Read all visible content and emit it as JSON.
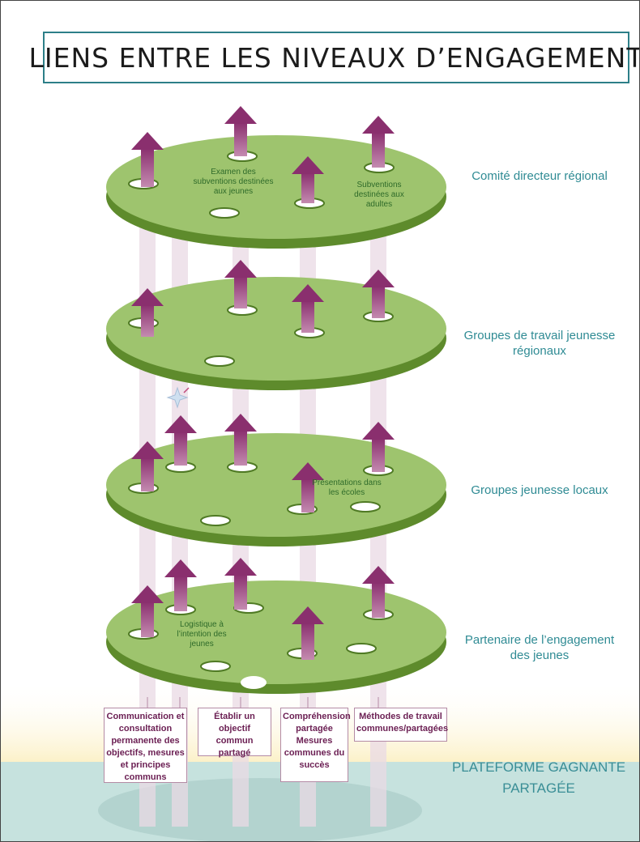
{
  "title": "LIENS ENTRE LES NIVEAUX D’ENGAGEMENT",
  "levels": [
    {
      "label": "Comité directeur régional"
    },
    {
      "label": "Groupes de travail jeunesse régionaux"
    },
    {
      "label": "Groupes jeunesse locaux"
    },
    {
      "label": "Partenaire de l’engagement des jeunes"
    }
  ],
  "disc_notes": {
    "examen": "Examen des subventions destinées aux jeunes",
    "subventions": "Subventions destinées aux adultes",
    "presentations": "Présentations dans les écoles",
    "logistique": "Logistique à l’intention des jeunes"
  },
  "link_boxes": [
    {
      "label": "Communication et consultation permanente des objectifs, mesures et principes communs"
    },
    {
      "label": "Établir un objectif commun partagé"
    },
    {
      "label": "Compréhension partagée Mesures communes du succès"
    },
    {
      "label": "Méthodes de travail communes/partagées"
    }
  ],
  "platform": {
    "label": "PLATEFORME GAGNANTE PARTAGÉE"
  },
  "colors": {
    "disc": "#9ec46e",
    "disc_edge": "#5e8b2c",
    "arrow": "#8a2f6e",
    "column": "#ead9e4",
    "platform": "#c6e2de",
    "accent": "#2f8b94"
  }
}
